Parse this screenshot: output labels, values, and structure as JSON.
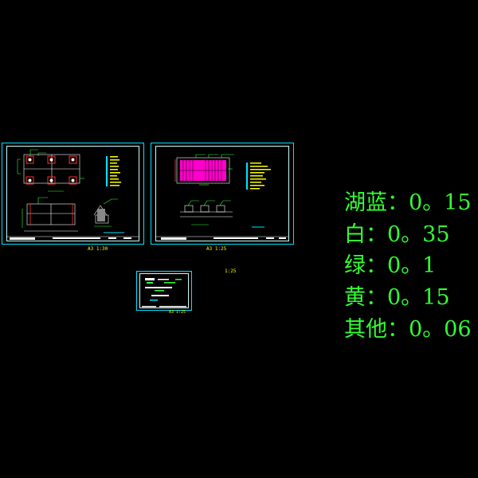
{
  "sheets": [
    {
      "scale_label": "A3    1:30"
    },
    {
      "scale_label": "A3    1:25"
    },
    {
      "scale_label": "A3    1:25"
    }
  ],
  "floating_label": "1:25",
  "legend": [
    {
      "text": "湖蓝：0。15"
    },
    {
      "text": "白：0。35"
    },
    {
      "text": "绿：0。1"
    },
    {
      "text": "黄：0。15"
    },
    {
      "text": "其他：0。06"
    }
  ],
  "colors": {
    "background": "#000000",
    "lake_blue": "#00e5ff",
    "white": "#ffffff",
    "green": "#33ff33",
    "yellow": "#ffff00",
    "magenta": "#ff00cc"
  }
}
